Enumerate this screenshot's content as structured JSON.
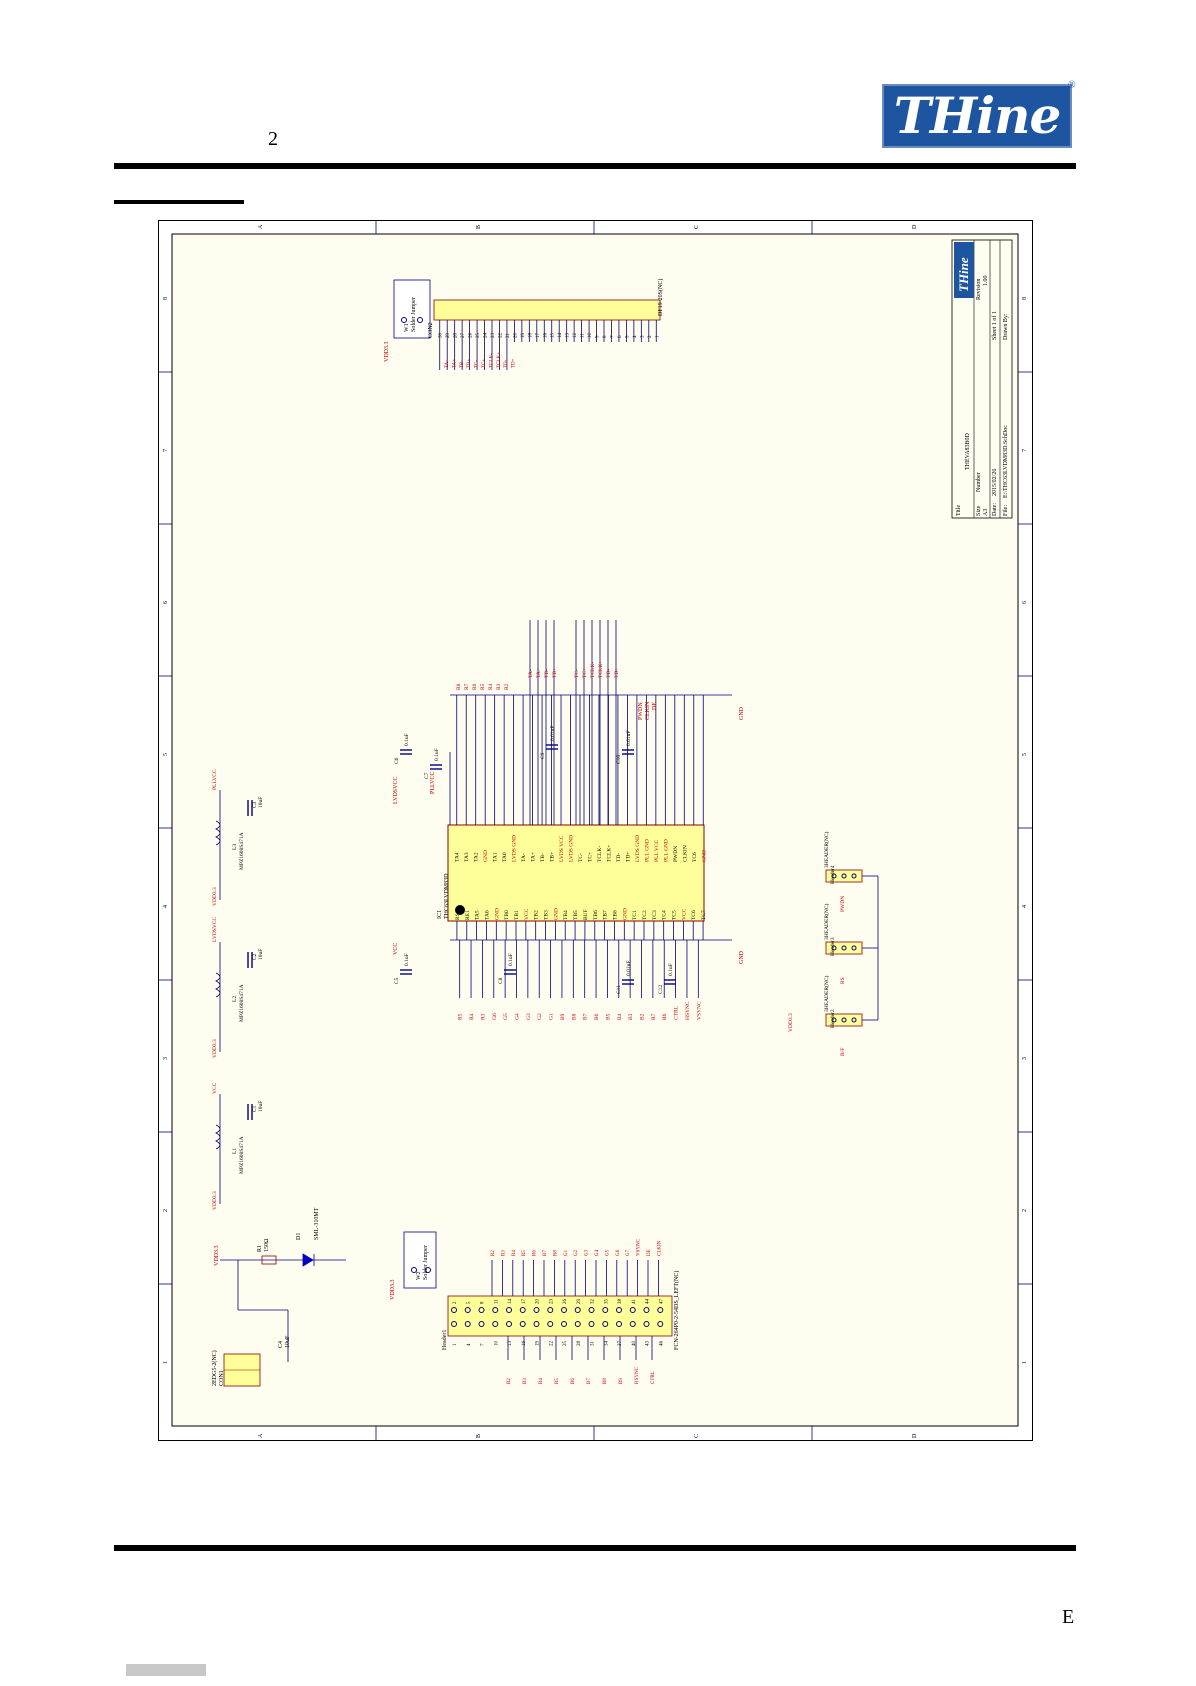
{
  "header": {
    "page_number": "2",
    "logo_text": "THine",
    "logo_mark": "®"
  },
  "footer": {
    "letter": "E"
  },
  "schematic": {
    "grid_cols": [
      "A",
      "B",
      "C",
      "D"
    ],
    "grid_rows": [
      "8",
      "7",
      "6",
      "5",
      "4",
      "3",
      "2",
      "1"
    ],
    "title_block": {
      "title_label": "Title",
      "title": "THEVA83B0D",
      "size_label": "Size",
      "size": "A3",
      "number_label": "Number",
      "revision_label": "Revision",
      "revision": "1.00",
      "date_label": "Date:",
      "date": "2015/02/26",
      "sheet_label": "Sheet  1  of  1",
      "file_label": "File:",
      "file": "E:\\THC63LVDM83D.SchDoc",
      "drawn_label": "Drawn By:"
    },
    "ic": {
      "ref": "IC1",
      "part": "THC63LVDM83D"
    },
    "left_pins": [
      "RS",
      "RE1",
      "TA5",
      "TA6",
      "GND",
      "TB0",
      "TB1",
      "VCC",
      "TB2",
      "TB3",
      "GND",
      "TB4",
      "TB5",
      "BUF",
      "TB6",
      "TB7",
      "TB8",
      "GND",
      "TC1",
      "TC2",
      "TC3",
      "TC4",
      "TC5",
      "VCC",
      "TC6",
      "TC7"
    ],
    "right_pins": [
      "TA4",
      "TA3",
      "TA2",
      "GND",
      "TA1",
      "TA0",
      "LVDS GND",
      "TA-",
      "TA+",
      "TB-",
      "TB+",
      "LVDS VCC",
      "LVDS GND",
      "TC-",
      "TC+",
      "TCLK-",
      "TCLK+",
      "TD-",
      "TD+",
      "LVDS GND",
      "PLL GND",
      "PLL VCC",
      "PLL GND",
      "PWDN",
      "CLKIN",
      "TC6",
      "GND"
    ],
    "top_signals": [
      "R8",
      "R7",
      "R6",
      "R5",
      "R4",
      "R3",
      "R2"
    ],
    "bottom_signals": [
      "R5",
      "R4",
      "R3",
      "G6",
      "G5",
      "G4",
      "G3",
      "G2",
      "G1",
      "B9",
      "B8",
      "B7",
      "B6",
      "B5",
      "B4",
      "B3",
      "B2",
      "R7",
      "R6",
      "CTRL",
      "HSYNC",
      "VSYNC"
    ],
    "lvds_labels": [
      "TA-",
      "TA+",
      "TB-",
      "TB+",
      "TC-",
      "TC+",
      "TCLK-",
      "TCLK+",
      "TD-",
      "TD+"
    ],
    "misc_labels": {
      "pwdn": "PWDN",
      "clkin": "CLKIN",
      "de": "DE",
      "lvdsvcc": "LVDSVCC",
      "pllvcc": "PLLVCC",
      "vcc": "VCC",
      "gnd": "GND",
      "vdd33": "VDD3.3"
    },
    "caps": [
      {
        "ref": "C6",
        "val": "0.1uF"
      },
      {
        "ref": "C7",
        "val": "0.1uF"
      },
      {
        "ref": "C9",
        "val": "0.01uF"
      },
      {
        "ref": "C10",
        "val": "0.01uF"
      },
      {
        "ref": "C5",
        "val": "0.1uF"
      },
      {
        "ref": "C8",
        "val": "0.1uF"
      },
      {
        "ref": "C11",
        "val": "0.01uF"
      },
      {
        "ref": "C12",
        "val": "0.1uF"
      }
    ],
    "power_filters": [
      {
        "net": "PLLVCC",
        "l_ref": "L3",
        "l_part": "MPZ1608S471A",
        "c_ref": "C3",
        "c_val": "10uF",
        "src": "VDD3.3"
      },
      {
        "net": "LVDSVCC",
        "l_ref": "L2",
        "l_part": "MPZ1608S471A",
        "c_ref": "C2",
        "c_val": "10uF",
        "src": "VDD3.3"
      },
      {
        "net": "VCC",
        "l_ref": "L1",
        "l_part": "MPZ1608S471A",
        "c_ref": "C1",
        "c_val": "10uF",
        "src": "VDD3.3"
      }
    ],
    "led": {
      "r_ref": "R1",
      "r_val": "150Ω",
      "d_ref": "D1",
      "d_part": "SML-310MT",
      "src": "VDD3.3"
    },
    "dc_in": {
      "ref": "CON1",
      "part": "2EDG5-2(NC)",
      "c_ref": "C4",
      "c_val": "10uF"
    },
    "jumpers": [
      {
        "ref": "W1",
        "label": "Solder Jumper",
        "net": "VDD3.3"
      },
      {
        "ref": "W2",
        "label": "Solder Jumper",
        "net": "VDD3.3"
      }
    ],
    "con2": {
      "ref": "CON2",
      "part": "DF19-20S(NC)",
      "pins": [
        "30",
        "29",
        "28",
        "27",
        "26",
        "25",
        "24",
        "23",
        "22",
        "21",
        "20",
        "19",
        "18",
        "17",
        "16",
        "15",
        "14",
        "13",
        "12",
        "11",
        "10",
        "9",
        "8",
        "7",
        "6",
        "5",
        "4",
        "3",
        "2",
        "1"
      ]
    },
    "con_lvds_labels": [
      "TA-",
      "TA+",
      "TB-",
      "TB+",
      "TC-",
      "TC+",
      "TCLK-",
      "TCLK+",
      "TD-",
      "TD+"
    ],
    "header1": {
      "ref": "Header1",
      "part": "FCN-264P0-2-54DS_LEFT(NC)",
      "top_labels": [
        "R2",
        "R3",
        "R4",
        "R5",
        "R6",
        "R7",
        "R8",
        "G1",
        "G2",
        "G3",
        "G4",
        "G5",
        "G6",
        "G7",
        "VSYNC",
        "DE",
        "CLKIN"
      ],
      "bottom_labels": [
        "B2",
        "B3",
        "B4",
        "B5",
        "B6",
        "B7",
        "B8",
        "B9",
        "HSYNC",
        "CTRL"
      ],
      "pins_top": [
        "2",
        "5",
        "8",
        "11",
        "14",
        "17",
        "20",
        "23",
        "26",
        "29",
        "32",
        "35",
        "38",
        "41",
        "44",
        "47"
      ],
      "pins_bot": [
        "1",
        "4",
        "7",
        "10",
        "13",
        "16",
        "19",
        "22",
        "25",
        "28",
        "31",
        "34",
        "37",
        "40",
        "43",
        "46"
      ]
    },
    "headers": [
      {
        "ref": "Header2",
        "part": "3HEADER(NC)",
        "net": "R/F"
      },
      {
        "ref": "Header3",
        "part": "3HEADER(NC)",
        "net": "RS"
      },
      {
        "ref": "Header4",
        "part": "3HEADER(NC)",
        "net": "PWDN"
      }
    ]
  }
}
